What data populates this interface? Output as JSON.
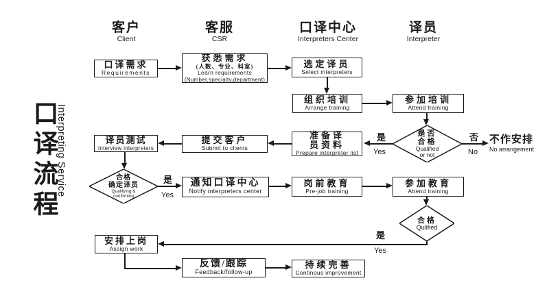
{
  "page_title": {
    "zh": "口译流程",
    "en": "Interpreting Service"
  },
  "columns": [
    {
      "zh": "客户",
      "en": "Client"
    },
    {
      "zh": "客服",
      "en": "CSR"
    },
    {
      "zh": "口译中心",
      "en": "Interpreters Center"
    },
    {
      "zh": "译员",
      "en": "Interpreter"
    }
  ],
  "nodes": {
    "requirements": {
      "zh": "口译需求",
      "en": "Requirements"
    },
    "learn": {
      "zh": "获悉需求",
      "note": "(人数、专业、科室)",
      "en1": "Learn requirements",
      "en2": "(Number,specialty,department)"
    },
    "select": {
      "zh": "选定译员",
      "en": "Select interpreters"
    },
    "arrange_training": {
      "zh": "组织培训",
      "en": "Arrange training"
    },
    "attend_training": {
      "zh": "参加培训",
      "en": "Attend training"
    },
    "prepare": {
      "zh1": "准备译",
      "zh2": "员资料",
      "en": "Prepare interpreter list"
    },
    "submit": {
      "zh": "提交客户",
      "en": "Submit to clients"
    },
    "interview": {
      "zh": "译员测试",
      "en": "Interview interpreters"
    },
    "notify": {
      "zh": "通知口译中心",
      "en": "Notify interpreters center"
    },
    "prejob": {
      "zh": "岗前教育",
      "en": "Pre-job training"
    },
    "attend_education": {
      "zh": "参加教育",
      "en": "Attend training"
    },
    "assign": {
      "zh": "安排上岗",
      "en": "Assign work"
    },
    "feedback": {
      "zh": "反馈/跟踪",
      "en": "Feedback/follow-up"
    },
    "improve": {
      "zh": "持续完善",
      "en": "Continous improvement"
    },
    "no_arrangement": {
      "zh": "不作安排",
      "en": "No arrangement"
    }
  },
  "decisions": {
    "qualified_or_not": {
      "zh1": "是否",
      "zh2": "合格",
      "en1": "Qualified",
      "en2": "or not"
    },
    "qualifying_confirming": {
      "zh1": "合格",
      "zh2": "确定译员",
      "en1": "Qualifying &",
      "en2": "confirming"
    },
    "qualified": {
      "zh": "合格",
      "en": "Qulified"
    }
  },
  "labels": {
    "yes_zh": "是",
    "yes_en": "Yes",
    "no_zh": "否",
    "no_en": "No"
  },
  "colors": {
    "ink": "#1a1a1a",
    "background": "#ffffff"
  }
}
